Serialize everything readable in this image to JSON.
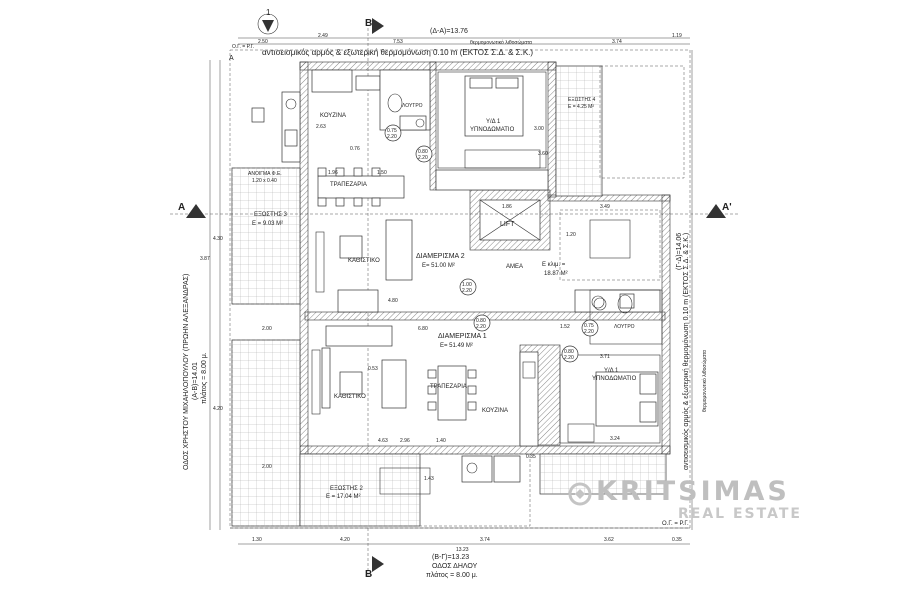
{
  "top": {
    "north_label": "1",
    "section_top_left": "B",
    "total_top": "(Δ-Α)=13.76",
    "joint_note": "αντισεισμικός αρμός & εξωτερική θερμομόνωση 0.10 m (ΕΚΤΟΣ Σ.Δ. & Σ.Κ.)",
    "insulation_strip": "θερμομονωτικό λιθοσώματα",
    "dims": [
      "2.50",
      "2.49",
      "7.53",
      "3.74",
      "1.19"
    ],
    "border_label": "Ο.Γ. = Ρ.Γ.",
    "corner_a": "Α"
  },
  "rooms": {
    "kitchen_top": "ΚΟΥΖΙΝΑ",
    "bath_top": "ΛΟΥΤΡΟ",
    "bedroom_top": "Υ/Δ 1\nΥΠΝΟΔΩΜΑΤΙΟ",
    "bedroom_top_l1": "Υ/Δ 1",
    "bedroom_top_l2": "ΥΠΝΟΔΩΜΑΤΙΟ",
    "dining_top": "ΤΡΑΠΕΖΑΡΙΑ",
    "living_top": "ΚΑΘΙΣΤΙΚΟ",
    "lift": "LIFT",
    "amea": "ΑΜΕΑ",
    "apt2_l1": "ΔΙΑΜΕΡΙΣΜΑ 2",
    "apt2_l2": "E= 51.00 M²",
    "common_l1": "E κλιμ. =",
    "common_l2": "18.87 M²",
    "apt1_l1": "ΔΙΑΜΕΡΙΣΜΑ 1",
    "apt1_l2": "E= 51.49 M²",
    "living_bottom": "ΚΑΘΙΣΤΙΚΟ",
    "dining_bottom": "ΤΡΑΠΕΖΑΡΙΑ",
    "kitchen_bottom": "ΚΟΥΖΙΝΑ",
    "bath_right": "ΛΟΥΤΡΟ",
    "bedroom_bottom_l1": "Υ/Δ 1",
    "bedroom_bottom_l2": "ΥΠΝΟΔΩΜΑΤΙΟ"
  },
  "balconies": {
    "b3_l1": "ΕΞΩΣΤΗΣ 3",
    "b3_l2": "E = 9.03 M²",
    "b4_l1": "ΕΞΩΣΤΗΣ 4",
    "b4_l2": "E = 4.25 M²",
    "b2_l1": "ΕΞΩΣΤΗΣ 2",
    "b2_l2": "E = 17.04 M²",
    "vent_l1": "ΑΝΟΙΓΜΑ Φ.Ε.",
    "vent_l2": "1.20 x 0.40"
  },
  "sections": {
    "a_left": "A",
    "a_right": "A'",
    "b_bottom": "B"
  },
  "left_street": {
    "l1": "ΟΔΟΣ ΧΡΗΣΤΟΥ ΜΙΧΑΗΛΟΠΟΥΛΟΥ (ΠΡΩΗΝ ΑΛΕΞΑΝΔΡΑΣ)",
    "l2": "(Α-Β)=14.01",
    "l3": "πλάτος = 8.00 μ."
  },
  "right_side": {
    "joint_note": "αντισεισμικός αρμός & εξωτερική θερμομόνωση 0.10 m (ΕΚΤΟΣ Σ.Δ. & Σ.Κ.)",
    "total": "(Γ-Δ)=14.06",
    "insulation": "θερμομονωτικό λιθοσώματα"
  },
  "bottom": {
    "total": "(Β-Γ)=13.23",
    "street": "ΟΔΟΣ ΔΗΛΟΥ",
    "width": "πλάτος = 8.00 μ.",
    "border_label": "Ο.Γ. = Ρ.Γ.",
    "dims": [
      "1.30",
      "4.20",
      "3.74",
      "3.62",
      "0.35"
    ],
    "sum": "13.23"
  },
  "dims_inner": {
    "d1": "2.63",
    "d2": "3.00",
    "d3": "1.96",
    "d4": "1.50",
    "d5": "0.76",
    "d6": "4.80",
    "d7": "6.80",
    "d8": "4.63",
    "d9": "3.71",
    "d10": "3.24",
    "d11": "3.49",
    "d12": "1.52",
    "d13": "1.20",
    "d14": "3.60",
    "d15": "4.30",
    "d16": "2.00",
    "d17": "4.20",
    "d18": "3.87",
    "d19": "2.96",
    "d20": "0.35",
    "d21": "1.86",
    "d22": "1.40",
    "d23": "0.53",
    "d24": "2.00",
    "d25": "1.43"
  },
  "door_tags": {
    "t1": "0.75\n2.20",
    "t2": "0.80\n2.20",
    "t3": "1.00\n2.20",
    "t4": "0.80\n2.20",
    "t5": "0.75\n2.20",
    "t6": "0.80\n2.20"
  },
  "watermark": {
    "name": "KRITSIMAS",
    "sub": "REAL ESTATE"
  },
  "colors": {
    "line": "#222222",
    "watermark": "#bfbfbf"
  }
}
